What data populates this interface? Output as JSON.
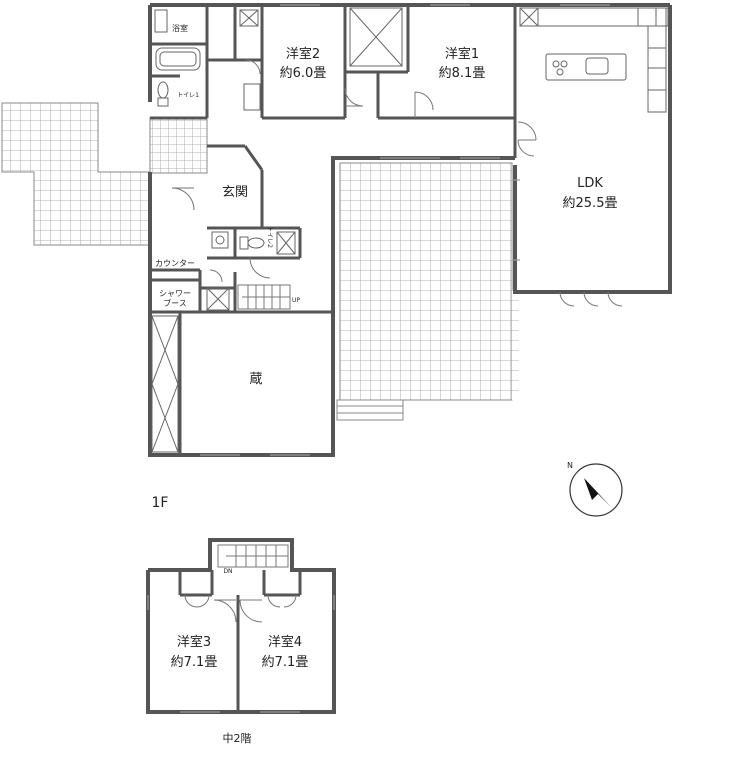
{
  "floor_1": {
    "label": "1F",
    "rooms": {
      "bath": "浴室",
      "toilet1": "トイレ1",
      "bedroom2_name": "洋室2",
      "bedroom2_size": "約6.0畳",
      "bedroom1_name": "洋室1",
      "bedroom1_size": "約8.1畳",
      "ldk_name": "LDK",
      "ldk_size": "約25.5畳",
      "entrance": "玄関",
      "counter": "カウンター",
      "shower_booth_1": "シャワー",
      "shower_booth_2": "ブース",
      "toilet2": "トイレ2",
      "storehouse": "蔵",
      "stair_up": "UP"
    }
  },
  "floor_mezz": {
    "label": "中2階",
    "stair_down": "DN",
    "rooms": {
      "bedroom3_name": "洋室3",
      "bedroom3_size": "約7.1畳",
      "bedroom4_name": "洋室4",
      "bedroom4_size": "約7.1畳"
    }
  },
  "compass": {
    "label": "N"
  },
  "colors": {
    "wall": "#555555",
    "line": "#888888",
    "grid": "#9a9a9a",
    "paper": "#ffffff"
  }
}
